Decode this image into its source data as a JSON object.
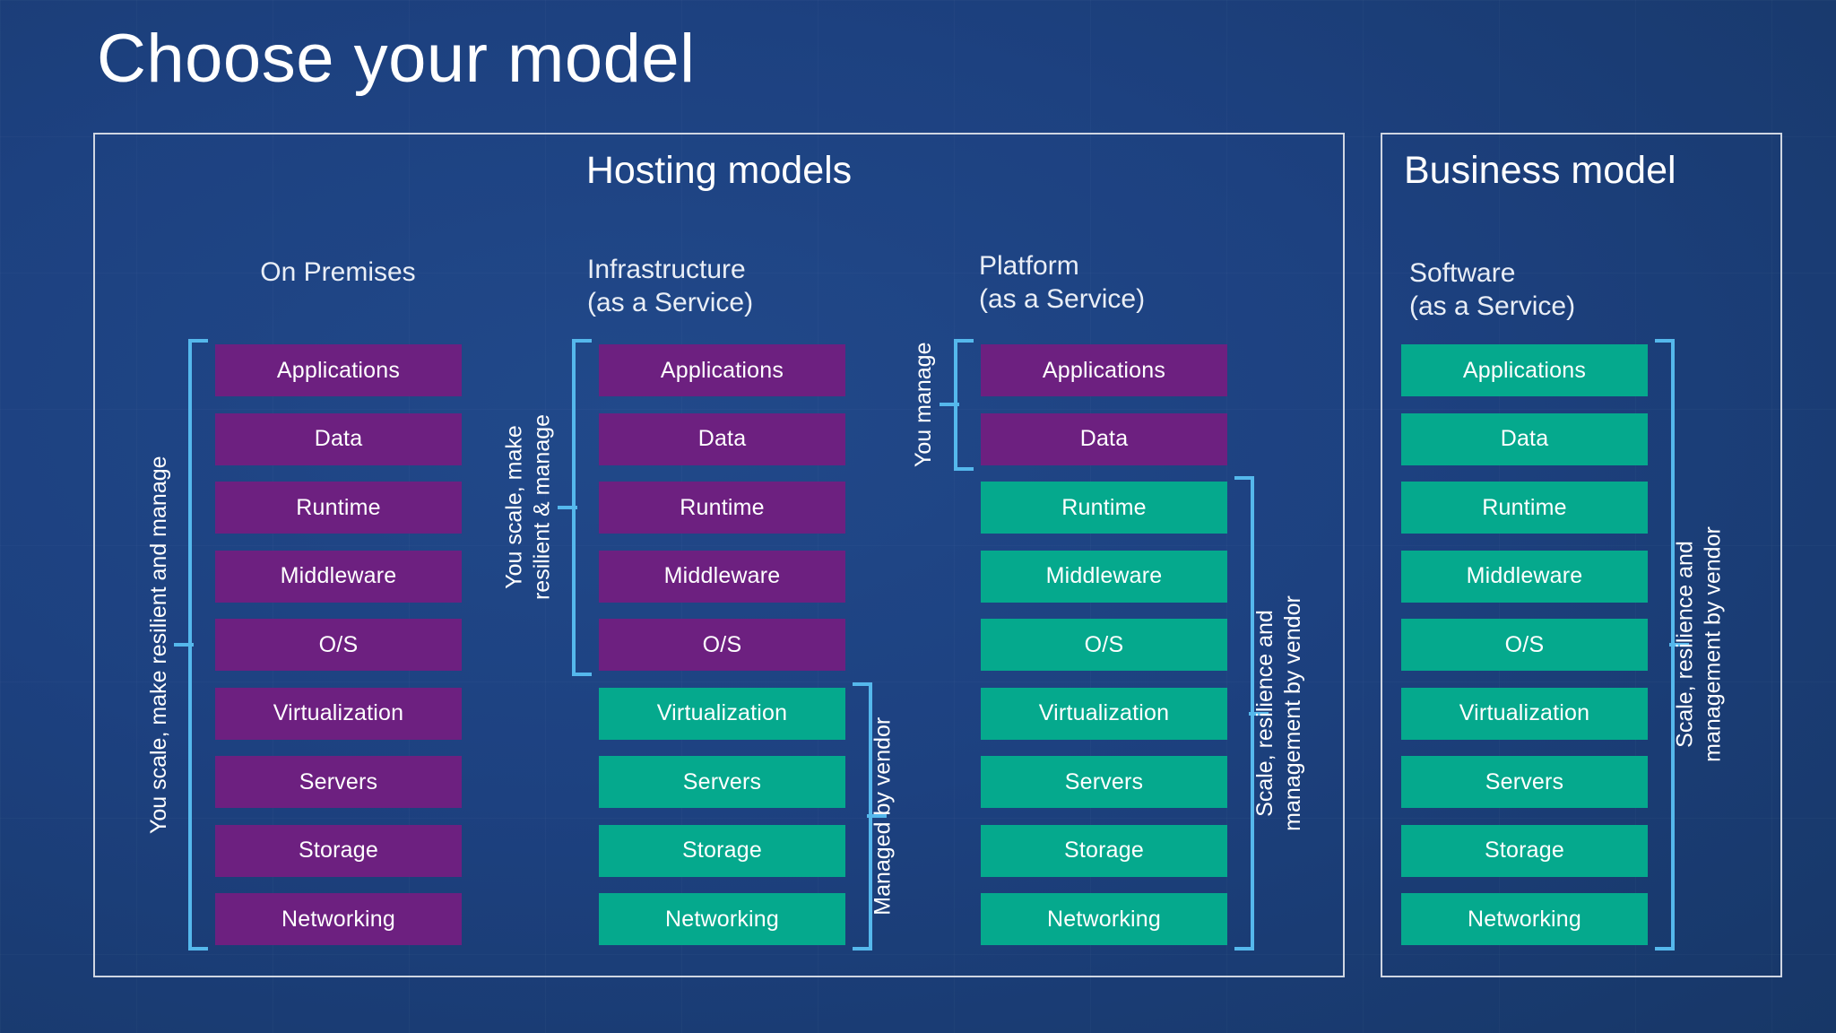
{
  "slide": {
    "title": "Choose your model",
    "background_color": "#1d4180",
    "accent_bracket_color": "#55b8ec",
    "you_manage_color": "#6d2080",
    "vendor_manage_color": "#05a98d"
  },
  "panels": {
    "hosting": {
      "title": "Hosting models"
    },
    "business": {
      "title": "Business model"
    }
  },
  "layer_names": {
    "applications": "Applications",
    "data": "Data",
    "runtime": "Runtime",
    "middleware": "Middleware",
    "os": "O/S",
    "virtualization": "Virtualization",
    "servers": "Servers",
    "storage": "Storage",
    "networking": "Networking"
  },
  "columns": [
    {
      "id": "on-premises",
      "heading": "On Premises",
      "subheading": "",
      "layers": [
        {
          "label": "Applications",
          "owner": "you"
        },
        {
          "label": "Data",
          "owner": "you"
        },
        {
          "label": "Runtime",
          "owner": "you"
        },
        {
          "label": "Middleware",
          "owner": "you"
        },
        {
          "label": "O/S",
          "owner": "you"
        },
        {
          "label": "Virtualization",
          "owner": "you"
        },
        {
          "label": "Servers",
          "owner": "you"
        },
        {
          "label": "Storage",
          "owner": "you"
        },
        {
          "label": "Networking",
          "owner": "you"
        }
      ],
      "brackets": [
        {
          "id": "on-prem-you",
          "side": "left",
          "label": "You scale, make resilient and manage",
          "from_layer": 0,
          "to_layer": 8
        }
      ]
    },
    {
      "id": "infrastructure",
      "heading": "Infrastructure",
      "subheading": "(as a Service)",
      "layers": [
        {
          "label": "Applications",
          "owner": "you"
        },
        {
          "label": "Data",
          "owner": "you"
        },
        {
          "label": "Runtime",
          "owner": "you"
        },
        {
          "label": "Middleware",
          "owner": "you"
        },
        {
          "label": "O/S",
          "owner": "you"
        },
        {
          "label": "Virtualization",
          "owner": "vendor"
        },
        {
          "label": "Servers",
          "owner": "vendor"
        },
        {
          "label": "Storage",
          "owner": "vendor"
        },
        {
          "label": "Networking",
          "owner": "vendor"
        }
      ],
      "brackets": [
        {
          "id": "iaas-you",
          "side": "left",
          "label": "You scale, make\nresilient & manage",
          "from_layer": 0,
          "to_layer": 4
        },
        {
          "id": "iaas-vendor",
          "side": "right",
          "label": "Managed by vendor",
          "from_layer": 5,
          "to_layer": 8
        }
      ]
    },
    {
      "id": "platform",
      "heading": "Platform",
      "subheading": "(as a Service)",
      "layers": [
        {
          "label": "Applications",
          "owner": "you"
        },
        {
          "label": "Data",
          "owner": "you"
        },
        {
          "label": "Runtime",
          "owner": "vendor"
        },
        {
          "label": "Middleware",
          "owner": "vendor"
        },
        {
          "label": "O/S",
          "owner": "vendor"
        },
        {
          "label": "Virtualization",
          "owner": "vendor"
        },
        {
          "label": "Servers",
          "owner": "vendor"
        },
        {
          "label": "Storage",
          "owner": "vendor"
        },
        {
          "label": "Networking",
          "owner": "vendor"
        }
      ],
      "brackets": [
        {
          "id": "paas-you",
          "side": "left",
          "label": "You manage",
          "from_layer": 0,
          "to_layer": 1
        },
        {
          "id": "paas-vendor",
          "side": "right",
          "label": "Scale, resilience and\nmanagement by vendor",
          "from_layer": 2,
          "to_layer": 8
        }
      ]
    },
    {
      "id": "software",
      "heading": "Software",
      "subheading": "(as a Service)",
      "layers": [
        {
          "label": "Applications",
          "owner": "vendor"
        },
        {
          "label": "Data",
          "owner": "vendor"
        },
        {
          "label": "Runtime",
          "owner": "vendor"
        },
        {
          "label": "Middleware",
          "owner": "vendor"
        },
        {
          "label": "O/S",
          "owner": "vendor"
        },
        {
          "label": "Virtualization",
          "owner": "vendor"
        },
        {
          "label": "Servers",
          "owner": "vendor"
        },
        {
          "label": "Storage",
          "owner": "vendor"
        },
        {
          "label": "Networking",
          "owner": "vendor"
        }
      ],
      "brackets": [
        {
          "id": "saas-vendor",
          "side": "right",
          "label": "Scale, resilience and\nmanagement by vendor",
          "from_layer": 0,
          "to_layer": 8
        }
      ]
    }
  ]
}
